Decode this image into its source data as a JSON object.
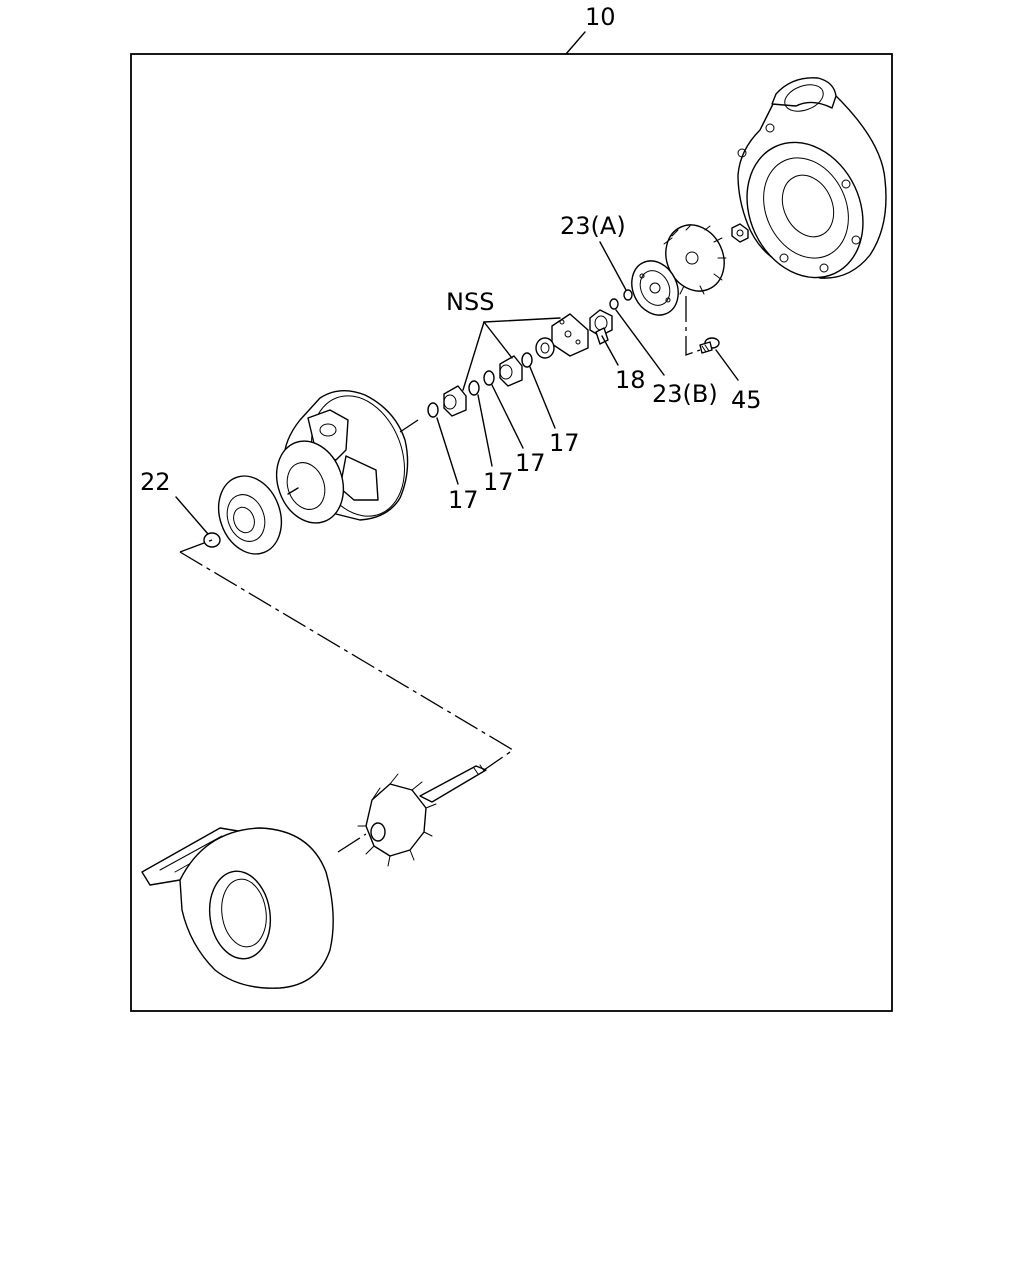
{
  "diagram": {
    "assembly_number": "10",
    "callouts": {
      "c22": "22",
      "nss": "NSS",
      "c17a": "17",
      "c17b": "17",
      "c17c": "17",
      "c17d": "17",
      "c18": "18",
      "c23a": "23(A)",
      "c23b": "23(B)",
      "c45": "45"
    }
  }
}
